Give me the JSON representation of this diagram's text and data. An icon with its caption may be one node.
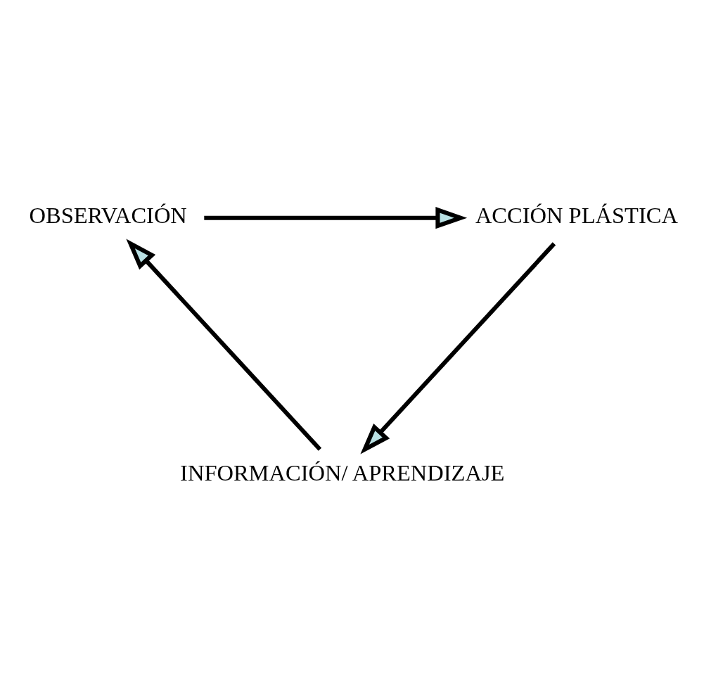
{
  "diagram": {
    "nodes": [
      {
        "text": [
          "OBSERVACIÓN"
        ]
      },
      {
        "text": [
          "ACCIÓN PLÁSTICA"
        ]
      },
      {
        "text": [
          "INFORMACIÓN/ APRENDIZAJE"
        ]
      }
    ],
    "edges": [
      {
        "from": 0,
        "to": 1,
        "arrow": "to"
      },
      {
        "from": 1,
        "to": 2,
        "arrow": "to"
      },
      {
        "from": 2,
        "to": 0,
        "arrow": "to"
      }
    ]
  }
}
